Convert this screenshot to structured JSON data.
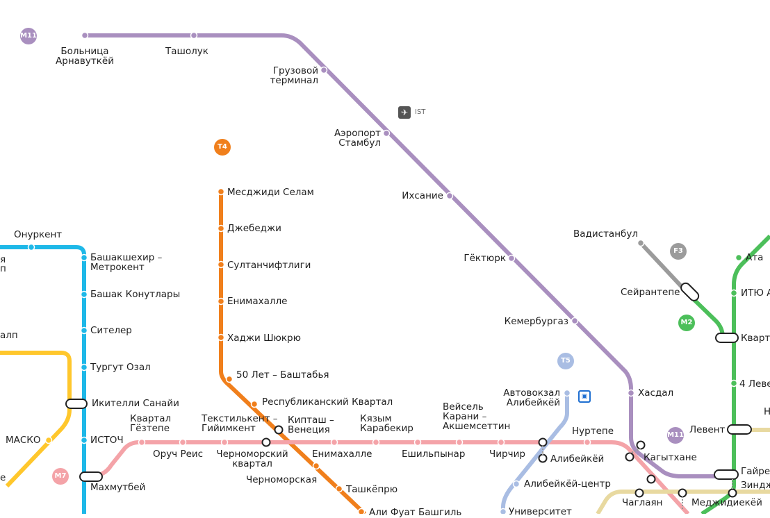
{
  "colors": {
    "m11": "#a98fbf",
    "t4": "#f07f1c",
    "m2": "#4cbf5a",
    "f3": "#9b9b9b",
    "blue": "#1eb8e8",
    "yellow": "#ffc72c",
    "pink": "#f4a3a8",
    "t5": "#a9bde3",
    "beige": "#e8d9a0"
  },
  "badges": [
    {
      "id": "m11-top",
      "text": "M11",
      "color": "#a98fbf"
    },
    {
      "id": "t4",
      "text": "T4",
      "color": "#f07f1c"
    },
    {
      "id": "f3",
      "text": "F3",
      "color": "#9b9b9b"
    },
    {
      "id": "m2",
      "text": "M2",
      "color": "#4cbf5a"
    },
    {
      "id": "t5",
      "text": "T5",
      "color": "#a9bde3"
    },
    {
      "id": "m11-bottom",
      "text": "M11",
      "color": "#a98fbf"
    },
    {
      "id": "m7",
      "text": "M7",
      "color": "#f4a3a8"
    }
  ],
  "airport": {
    "icon": "airplane-icon",
    "code": "IST"
  },
  "stations": {
    "m11": [
      "Больница\nАрнавуткёй",
      "Ташолук",
      "Грузовой\nтерминал",
      "Аэропорт\nСтамбул",
      "Ихсание",
      "Гёктюрк",
      "Кемербургаз",
      "Хасдал",
      "Кагытхане",
      "Гайрет"
    ],
    "t4": [
      "Месджиди Селам",
      "Джебеджи",
      "Султанчифтлиги",
      "Енимахалле",
      "Хаджи Шюкрю",
      "50 Лет – Баштабья",
      "Республиканский Квартал",
      "Кипташ –\nВенеция",
      "Енимахалле",
      "Ташкёпрю",
      "Али Фуат Башгиль"
    ],
    "blue": [
      "Онуркент",
      "Башакшехир –\nМетрокент",
      "Башак Конутлары",
      "Сителер",
      "Тургут Озал",
      "Икителли Санайи",
      "ИСТОЧ",
      "Махмутбей"
    ],
    "yellow": [
      "МАСКО"
    ],
    "pink": [
      "Квартал\nГёзтепе",
      "Оруч Реис",
      "Текстилькент –\nГийимкент",
      "Черноморский\nквартал",
      "Черноморская",
      "Кязым\nКарабекир",
      "Ешильпынар",
      "Вейсель\nКарани –\nАкшемсеттин",
      "Чирчир",
      "Нуртепе",
      "Чаглаян",
      "Меджидиекёй"
    ],
    "t5": [
      "Автовокзал\nАлибейкёй",
      "Алибейкёй",
      "Алибейкёй-центр",
      "Университет"
    ],
    "f3": [
      "Вадистанбул",
      "Сейрантепе"
    ],
    "m2": [
      "Ата",
      "ИТЮ А",
      "Кварт",
      "4 Леве",
      "Левент",
      "Зиндж"
    ],
    "edge": [
      "я",
      "п",
      "алп",
      "е",
      "Н"
    ]
  }
}
